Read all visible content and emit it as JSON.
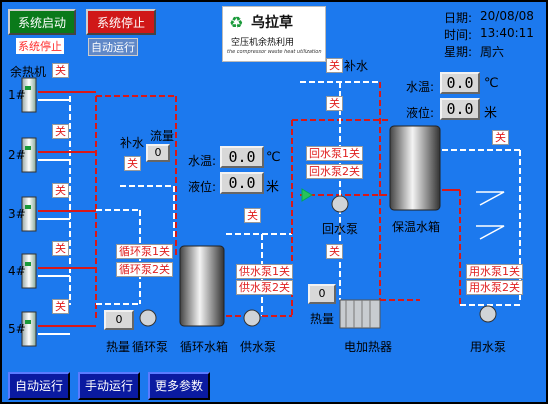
{
  "header": {
    "start_button": "系统启动",
    "stop_button": "系统停止",
    "status_text": "系统停止",
    "mode_text": "自动运行",
    "logo_title": "乌拉草",
    "logo_subtitle": "空压机余热利用",
    "logo_tagline": "the compressor waste heat utilization",
    "date_label": "日期:",
    "date_value": "20/08/08",
    "time_label": "时间:",
    "time_value": "13:40:11",
    "week_label": "星期:",
    "week_value": "周六"
  },
  "left": {
    "title": "余热机",
    "machines": [
      "1#",
      "2#",
      "3#",
      "4#",
      "5#"
    ],
    "valve_tag": "关"
  },
  "makeup": {
    "water_label": "补水",
    "flow_label": "流量",
    "flow_value": "0",
    "valve_tag": "关"
  },
  "circ_tank": {
    "temp_label": "水温:",
    "temp_value": "0.0",
    "temp_unit": "℃",
    "level_label": "液位:",
    "level_value": "0.0",
    "level_unit": "米",
    "name": "循环水箱",
    "pump1": "循环泵1关",
    "pump2": "循环泵2关",
    "pump_name": "循环泵",
    "heat_label": "热量",
    "heat_value": "0"
  },
  "supply": {
    "pump1": "供水泵1关",
    "pump2": "供水泵2关",
    "pump_name": "供水泵",
    "valve_tag": "关"
  },
  "return": {
    "pump1": "回水泵1关",
    "pump2": "回水泵2关",
    "pump_name": "回水泵",
    "water_label": "补水",
    "valve_tag": "关"
  },
  "heater": {
    "name": "电加热器",
    "heat_label": "热量",
    "heat_value": "0"
  },
  "storage_tank": {
    "temp_label": "水温:",
    "temp_value": "0.0",
    "temp_unit": "℃",
    "level_label": "液位:",
    "level_value": "0.0",
    "level_unit": "米",
    "name": "保温水箱",
    "valve_tag": "关"
  },
  "user": {
    "pump1": "用水泵1关",
    "pump2": "用水泵2关",
    "pump_name": "用水泵"
  },
  "footer": {
    "auto_button": "自动运行",
    "manual_button": "手动运行",
    "more_button": "更多参数"
  },
  "colors": {
    "panel": "#1c79ee",
    "hot_pipe": "#d81818",
    "cold_pipe": "#ffffff",
    "start_green": "#0a7a1a",
    "stop_red": "#d01818"
  }
}
